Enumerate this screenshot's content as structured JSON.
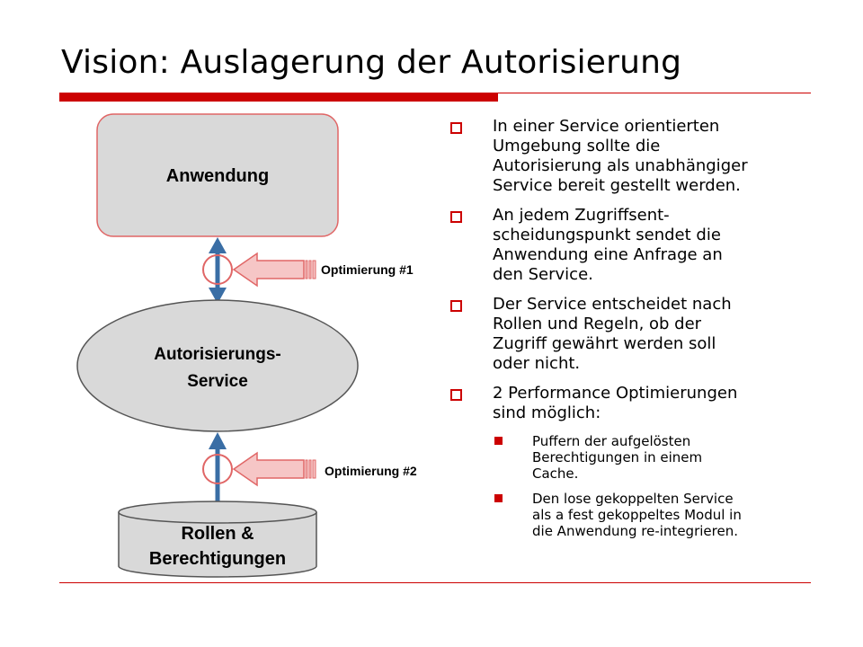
{
  "title": "Vision: Auslagerung der Autorisierung",
  "diagram": {
    "anwendung": "Anwendung",
    "service_line1": "Autorisierungs-",
    "service_line2": "Service",
    "db_line1": "Rollen &",
    "db_line2": "Berechtigungen",
    "opt1": "Optimierung #1",
    "opt2": "Optimierung #2"
  },
  "bullets": [
    {
      "lines": [
        "In einer Service orientierten",
        "Umgebung sollte die",
        "Autorisierung als unabhängiger",
        "Service bereit gestellt werden."
      ]
    },
    {
      "lines": [
        "An jedem Zugriffsent-",
        "scheidungspunkt sendet die",
        "Anwendung eine Anfrage an",
        "den Service."
      ]
    },
    {
      "lines": [
        "Der Service entscheidet nach",
        "Rollen und Regeln, ob der",
        "Zugriff gewährt werden soll",
        "oder nicht."
      ]
    },
    {
      "lines": [
        "2 Performance Optimierungen",
        "sind möglich:"
      ]
    }
  ],
  "sub_bullets": [
    {
      "lines": [
        "Puffern der aufgelösten",
        "Berechtigungen in einem",
        "Cache."
      ]
    },
    {
      "lines": [
        "Den lose gekoppelten Service",
        "als a fest gekoppeltes Modul in",
        "die Anwendung re-integrieren."
      ]
    }
  ],
  "colors": {
    "accent_red": "#cc0000",
    "box_fill": "#d9d9d9",
    "arrow_blue": "#3a6ea5",
    "pink_arrow": "#f6c6c6",
    "pink_stroke": "#e06666"
  }
}
